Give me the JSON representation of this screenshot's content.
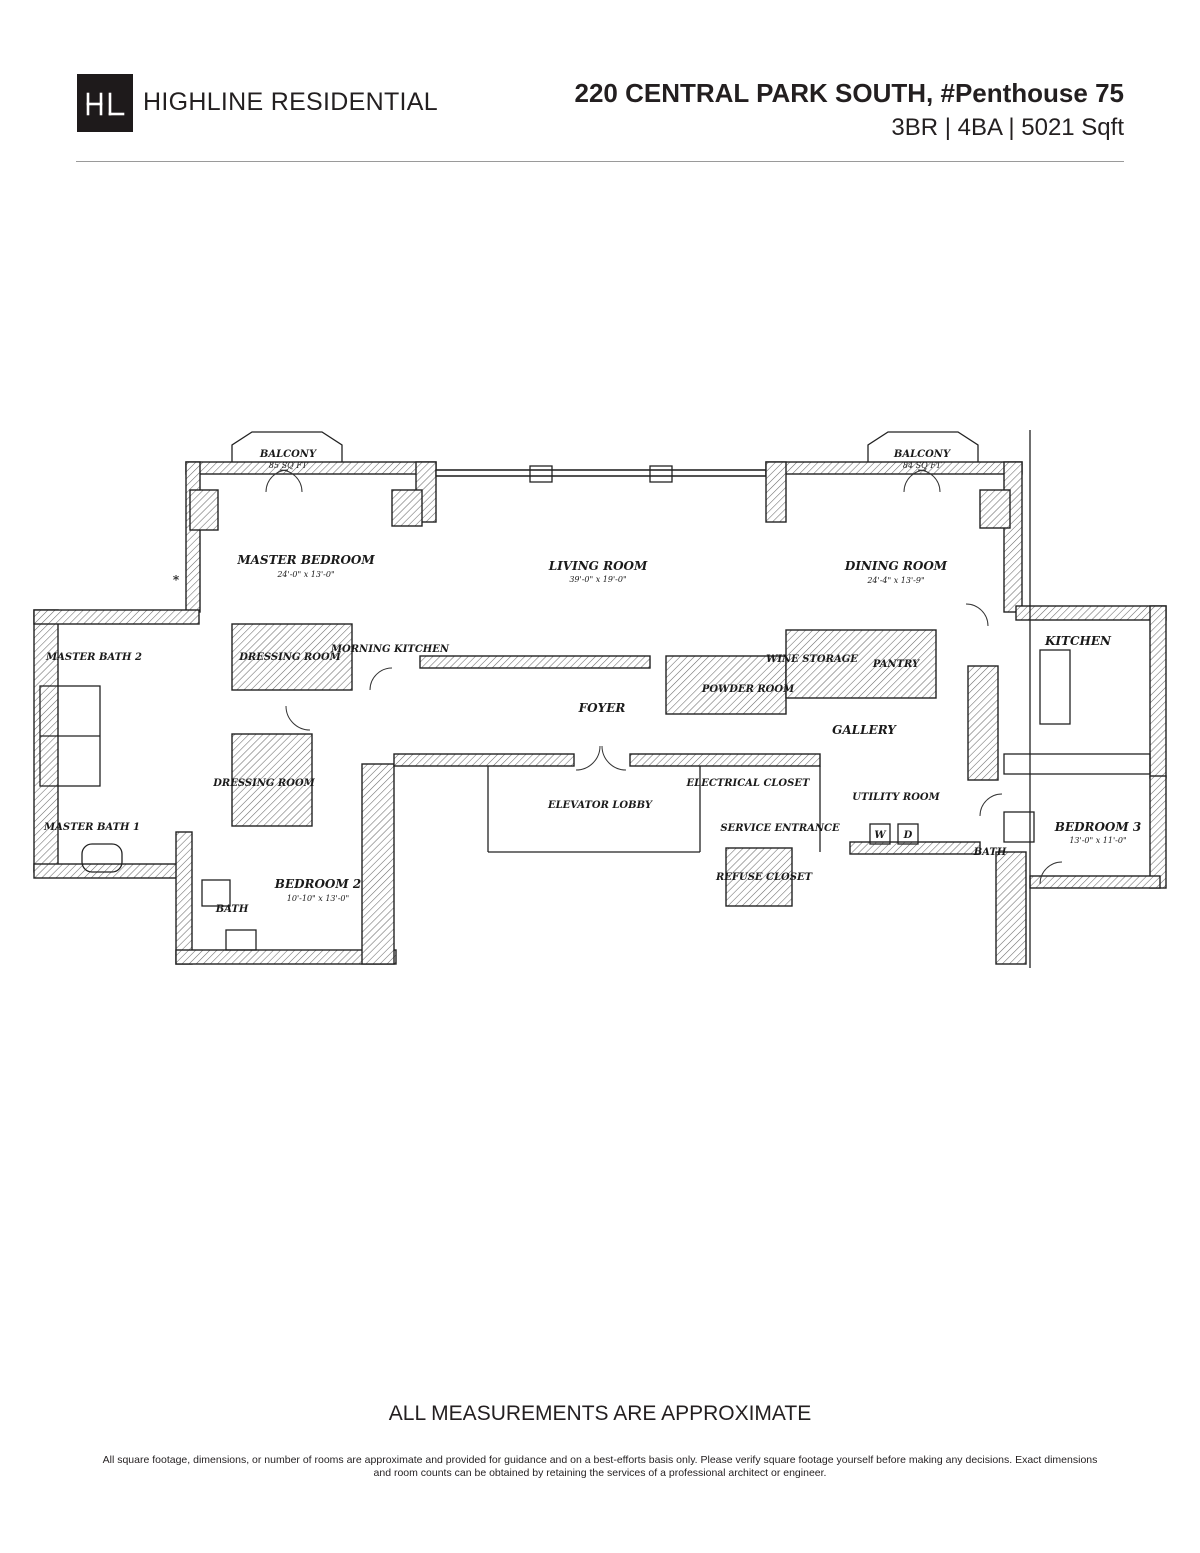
{
  "brand": {
    "logo_text": "HL",
    "name": "HIGHLINE RESIDENTIAL"
  },
  "listing": {
    "address": "220 CENTRAL PARK SOUTH, #Penthouse 75",
    "specs": "3BR | 4BA | 5021 Sqft"
  },
  "floorplan": {
    "rooms": {
      "balcony_west": "BALCONY",
      "balcony_west_area": "85 SQ FT",
      "balcony_east": "BALCONY",
      "balcony_east_area": "84 SQ FT",
      "master_bedroom": "MASTER BEDROOM",
      "master_bedroom_dim": "24'-0\" x 13'-0\"",
      "living_room": "LIVING ROOM",
      "living_room_dim": "39'-0\" x 19'-0\"",
      "dining_room": "DINING ROOM",
      "dining_room_dim": "24'-4\" x 13'-9\"",
      "kitchen": "KITCHEN",
      "master_bath_2": "MASTER BATH 2",
      "dressing_room_1": "DRESSING ROOM",
      "morning_kitchen": "MORNING KITCHEN",
      "wine_storage": "WINE STORAGE",
      "pantry": "PANTRY",
      "powder_room": "POWDER ROOM",
      "foyer": "FOYER",
      "gallery": "GALLERY",
      "dressing_room_2": "DRESSING ROOM",
      "master_bath_1": "MASTER BATH 1",
      "elevator_lobby": "ELEVATOR LOBBY",
      "electrical_closet": "ELECTRICAL CLOSET",
      "service_entrance": "SERVICE ENTRANCE",
      "utility_room": "UTILITY ROOM",
      "washer": "W",
      "dryer": "D",
      "bath_3": "BATH",
      "bedroom_3": "BEDROOM 3",
      "bedroom_3_dim": "13'-0\" x 11'-0\"",
      "bedroom_2": "BEDROOM 2",
      "bedroom_2_dim": "10'-10\" x 13'-0\"",
      "bath_2": "BATH",
      "refuse_closet": "REFUSE CLOSET",
      "asterisk": "*"
    }
  },
  "footer": {
    "approx_note": "ALL MEASUREMENTS ARE APPROXIMATE",
    "disclaimer": "All square footage, dimensions, or number of rooms are approximate and provided for guidance and on a best-efforts basis only. Please verify square footage yourself before making any decisions. Exact dimensions and room counts can be obtained by retaining the services of a professional architect or engineer."
  }
}
